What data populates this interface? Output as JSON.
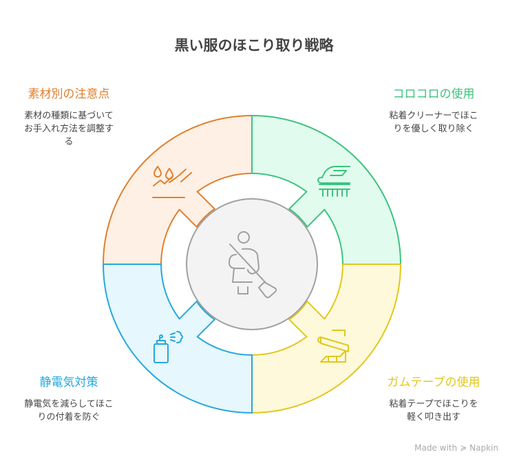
{
  "title": "黒い服のほこり取り戦略",
  "center": {
    "icon": "person-sweeping-icon"
  },
  "sections": [
    {
      "key": "material",
      "title": "素材別の注意点",
      "desc_lines": [
        "素材の種類に基づいて",
        "お手入れ方法を調整す",
        "る"
      ],
      "color": "#E07F2E",
      "fill": "#FEF0E4",
      "icon": "water-drops-trend-icon"
    },
    {
      "key": "roller",
      "title": "コロコロの使用",
      "desc_lines": [
        "粘着クリーナーでほこ",
        "りを優しく取り除く"
      ],
      "color": "#3CC37E",
      "fill": "#E1FBEE",
      "icon": "lint-roller-icon"
    },
    {
      "key": "tape",
      "title": "ガムテープの使用",
      "desc_lines": [
        "粘着テープでほこりを",
        "軽く叩き出す"
      ],
      "color": "#E2C71C",
      "fill": "#FEF9DA",
      "icon": "tape-icon"
    },
    {
      "key": "static",
      "title": "静電気対策",
      "desc_lines": [
        "静電気を減らしてほこ",
        "りの付着を防ぐ"
      ],
      "color": "#25A8DC",
      "fill": "#E6F7FE",
      "icon": "spray-can-icon"
    }
  ],
  "footer": {
    "label": "Made with",
    "brand": "Napkin"
  }
}
